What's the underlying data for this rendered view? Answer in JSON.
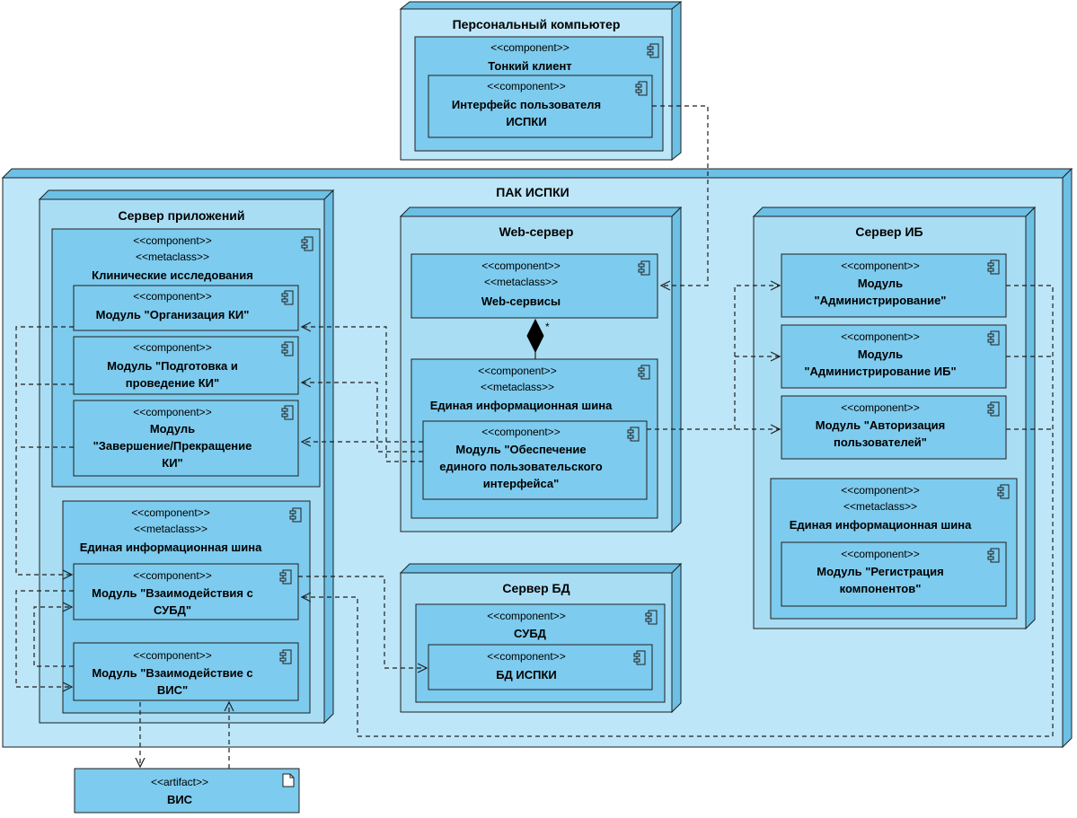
{
  "stereotypes": {
    "component": "<<component>>",
    "metaclass": "<<metaclass>>",
    "artifact": "<<artifact>>"
  },
  "nodes": {
    "pc": "Персональный компьютер",
    "pak": "ПАК ИСПКИ",
    "app_server": "Сервер приложений",
    "web_server": "Web-сервер",
    "ib_server": "Сервер ИБ",
    "db_server": "Сервер БД"
  },
  "components": {
    "thin_client": "Тонкий клиент",
    "ui": [
      "Интерфейс пользователя",
      "ИСПКИ"
    ],
    "clinical": "Клинические исследования",
    "org_ki": "Модуль \"Организация КИ\"",
    "prep_ki": [
      "Модуль \"Подготовка и",
      "проведение КИ\""
    ],
    "finish_ki": [
      "Модуль",
      "\"Завершение/Прекращение",
      "КИ\""
    ],
    "bus": "Единая информационная шина",
    "dbms_interact": [
      "Модуль \"Взаимодействия с",
      "СУБД\""
    ],
    "vis_interact": [
      "Модуль \"Взаимодействие с",
      "ВИС\""
    ],
    "web_services": "Web-сервисы",
    "single_ui": [
      "Модуль \"Обеспечение",
      "единого пользовательского",
      "интерфейса\""
    ],
    "admin": [
      "Модуль",
      "\"Администрирование\""
    ],
    "admin_ib": [
      "Модуль",
      "\"Администрирование ИБ\""
    ],
    "auth": [
      "Модуль \"Авторизация",
      "пользователей\""
    ],
    "registration": [
      "Модуль \"Регистрация",
      "компонентов\""
    ],
    "dbms": "СУБД",
    "db_ispki": "БД ИСПКИ"
  },
  "artifacts": {
    "vis": "ВИС"
  },
  "multiplicity": "*",
  "colors": {
    "outer_node": "#bde6f8",
    "inner_node": "#a9ddf3",
    "component": "#7dcbee",
    "node_side": "#6cc0e6",
    "border": "#1f1f1f"
  }
}
